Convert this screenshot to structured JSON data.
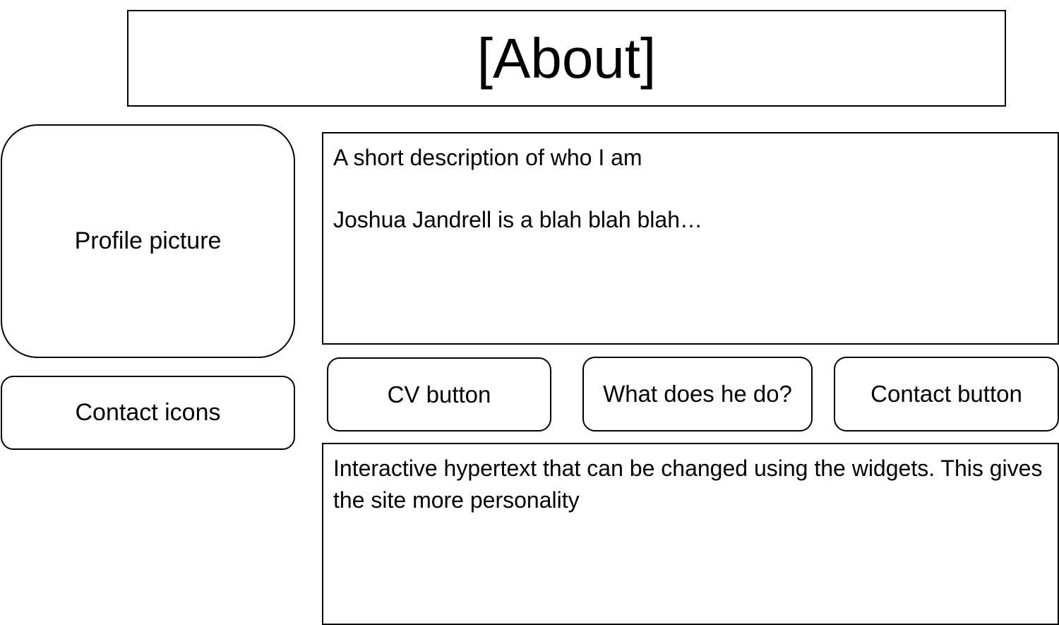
{
  "header": {
    "title": "[About]"
  },
  "profile": {
    "label": "Profile picture"
  },
  "contact_icons": {
    "label": "Contact icons"
  },
  "description": {
    "heading": "A short description of who I am",
    "body": "Joshua Jandrell is a blah blah blah…"
  },
  "buttons": {
    "cv": "CV button",
    "what": "What does he do?",
    "contact": "Contact button"
  },
  "hypertext": {
    "text": "Interactive hypertext that can be changed using the widgets. This gives the site more personality"
  }
}
